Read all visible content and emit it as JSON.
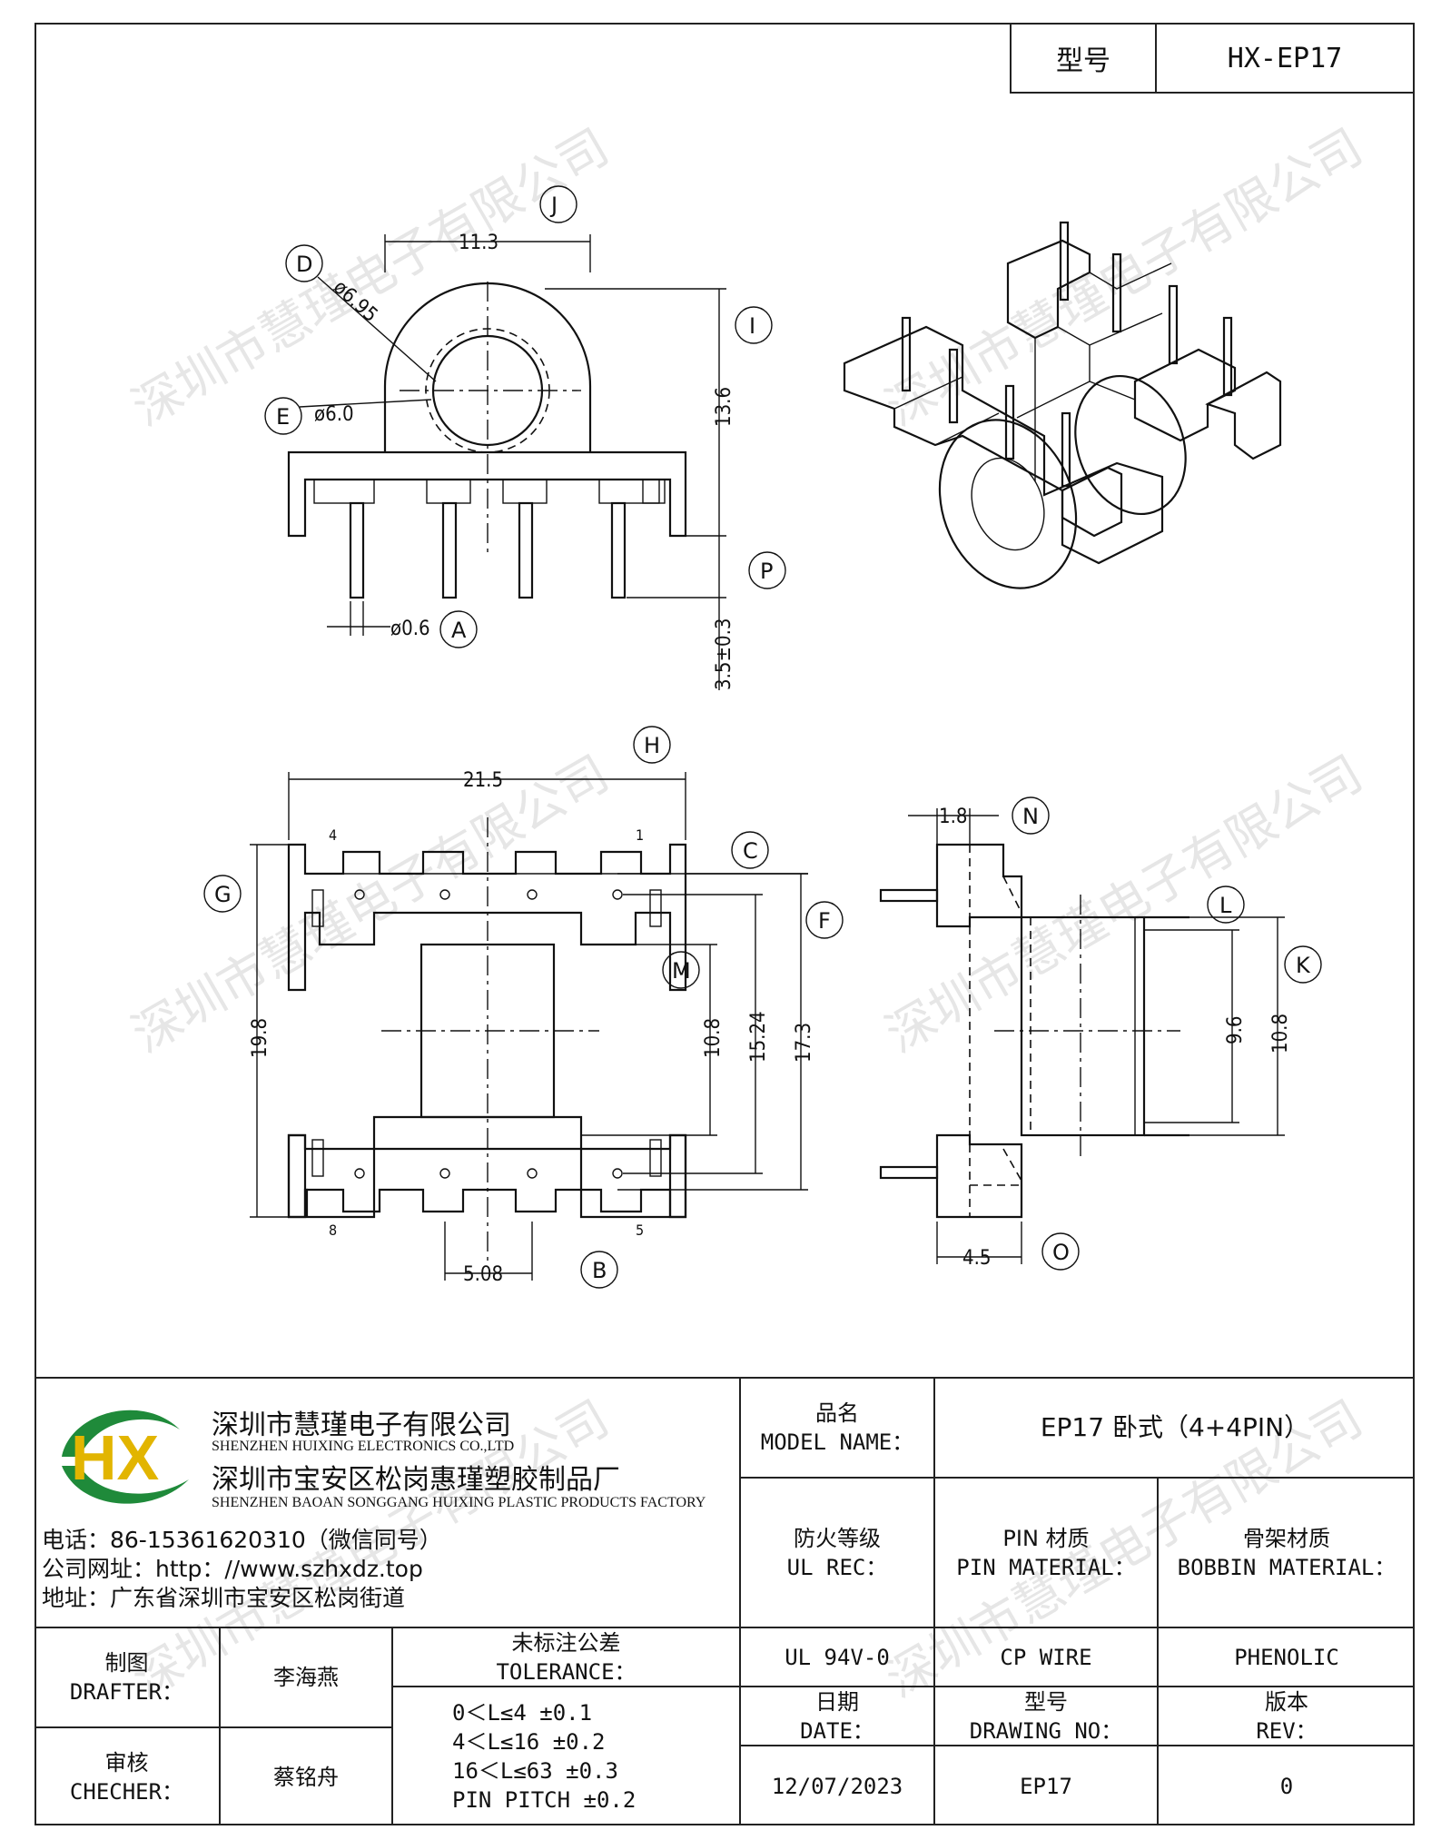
{
  "header": {
    "type_label": "型号",
    "type_value": "HX-EP17"
  },
  "drawing": {
    "dims": {
      "d11_3": "11.3",
      "d6_95": "ø6.95",
      "d6_0": "ø6.0",
      "d13_6": "13.6",
      "d0_6": "ø0.6",
      "d3_5": "3.5±0.3",
      "d21_5": "21.5",
      "d19_8": "19.8",
      "d10_8a": "10.8",
      "d15_24": "15.24",
      "d17_3": "17.3",
      "d5_08": "5.08",
      "d1_8": "1.8",
      "d9_6": "9.6",
      "d10_8b": "10.8",
      "d4_5": "4.5"
    },
    "callouts": [
      "J",
      "D",
      "I",
      "E",
      "P",
      "A",
      "H",
      "C",
      "G",
      "F",
      "M",
      "B",
      "N",
      "L",
      "K",
      "O"
    ],
    "pin_numbers": {
      "p4": "4",
      "p1": "1",
      "p8": "8",
      "p5": "5"
    }
  },
  "watermark": "深圳市慧瑾电子有限公司",
  "company": {
    "logo_text": "HX",
    "name_cn": "深圳市慧瑾电子有限公司",
    "name_en": "SHENZHEN HUIXING ELECTRONICS CO.,LTD",
    "factory_cn": "深圳市宝安区松岗惠瑾塑胶制品厂",
    "factory_en": "SHENZHEN BAOAN SONGGANG HUIXING PLASTIC PRODUCTS FACTORY",
    "phone": "电话：86-15361620310（微信同号）",
    "website": "公司网址：http：//www.szhxdz.top",
    "address": "地址：广东省深圳市宝安区松岗街道"
  },
  "title_block": {
    "model_label_cn": "品名",
    "model_label_en": "MODEL NAME：",
    "model_value": "EP17 卧式（4+4PIN）",
    "ul_label_cn": "防火等级",
    "ul_label_en": "UL REC：",
    "pin_label_cn": "PIN 材质",
    "pin_label_en": "PIN MATERIAL：",
    "bobbin_label_cn": "骨架材质",
    "bobbin_label_en": "BOBBIN MATERIAL：",
    "ul_value": "UL 94V-0",
    "pin_value": "CP WIRE",
    "bobbin_value": "PHENOLIC",
    "date_label_cn": "日期",
    "date_label_en": "DATE：",
    "dwg_label_cn": "型号",
    "dwg_label_en": "DRAWING NO：",
    "rev_label_cn": "版本",
    "rev_label_en": "REV：",
    "date_value": "12/07/2023",
    "dwg_value": "EP17",
    "rev_value": "0",
    "drafter_label_cn": "制图",
    "drafter_label_en": "DRAFTER：",
    "drafter_name": "李海燕",
    "checker_label_cn": "审核",
    "checker_label_en": "CHECHER：",
    "checker_name": "蔡铭舟",
    "tolerance_label_cn": "未标注公差",
    "tolerance_label_en": "TOLERANCE：",
    "tolerances": [
      "0＜L≤4  ±0.1",
      "4＜L≤16 ±0.2",
      "16＜L≤63 ±0.3",
      "PIN PITCH ±0.2"
    ]
  }
}
